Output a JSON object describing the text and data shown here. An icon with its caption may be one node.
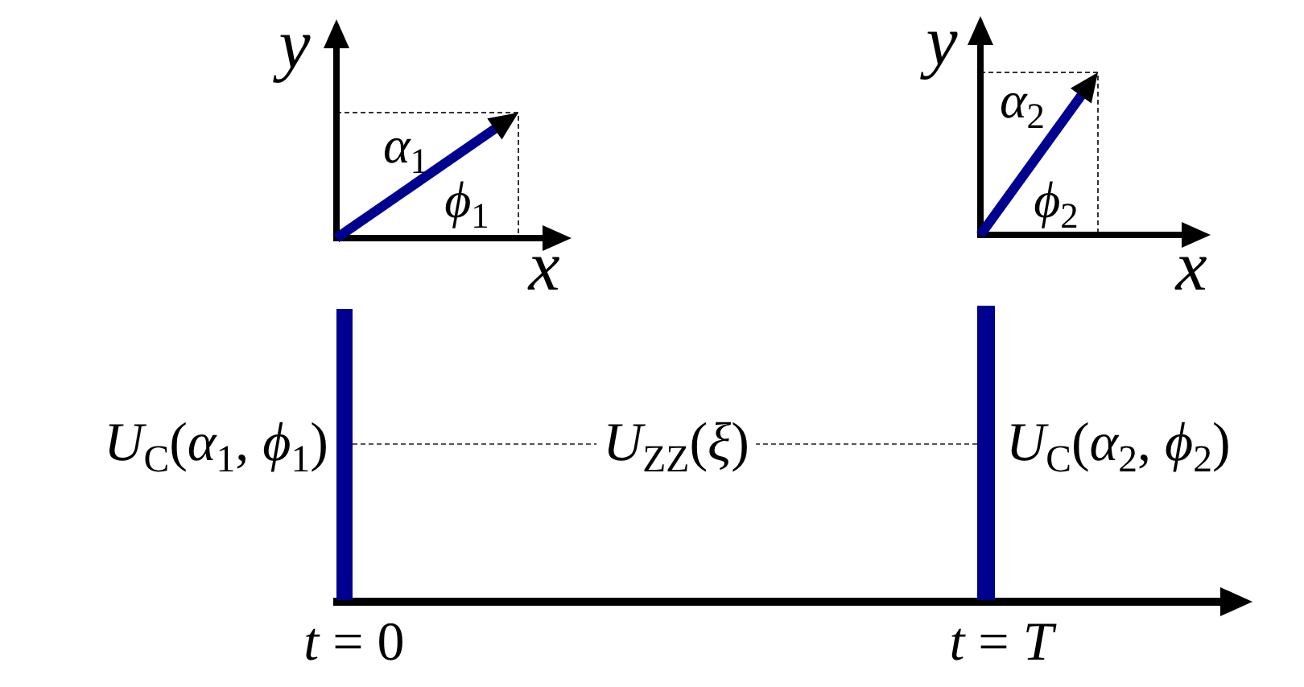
{
  "diagram": {
    "nodes": [
      {
        "text": [],
        "shape": "bar",
        "beside": [
          "*U*$_{C}$(*α*$_{1}$, *ϕ*$_{1}$)"
        ]
      },
      {
        "text": [],
        "shape": "bar",
        "beside": [
          "*U*$_{C}$(*α*$_{2}$, *ϕ*$_{2}$)"
        ]
      }
    ],
    "edges": [
      {
        "from": 0,
        "to": 1,
        "arrow": "none",
        "style": "dashed",
        "label": "*U*$_{ZZ}$(*ξ*)"
      }
    ],
    "labels": [
      "y",
      "*α*$_{1}$",
      "*ϕ*$_{1}$",
      "x",
      "y",
      "*α*$_{2}$",
      "*ϕ*$_{2}$",
      "x",
      "*t* = 0",
      "*t* = *T*"
    ]
  }
}
